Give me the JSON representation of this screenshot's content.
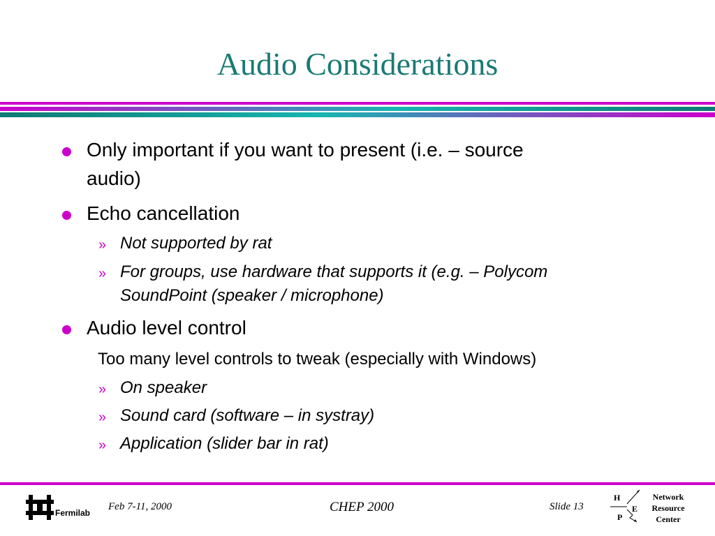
{
  "slide": {
    "title": "Audio Considerations",
    "colors": {
      "title": "#1a7a73",
      "bullet": "#cc00cc",
      "rule_magenta": "#cc00cc",
      "rule_teal": "#1a7a73"
    }
  },
  "content": {
    "bullet1_line1": "Only important if you want to present (i.e. – source",
    "bullet1_line2": "audio)",
    "bullet2": "Echo cancellation",
    "bullet2_sub1": "Not supported by rat",
    "bullet2_sub2_line1": "For groups, use hardware that supports it (e.g. – Polycom",
    "bullet2_sub2_line2": "SoundPoint (speaker / microphone)",
    "bullet3": "Audio level control",
    "bullet3_note": "Too many level controls to tweak (especially with Windows)",
    "bullet3_sub1": "On speaker",
    "bullet3_sub2": "Sound card (software – in systray)",
    "bullet3_sub3": "Application (slider bar in rat)",
    "sub_marker": "»"
  },
  "footer": {
    "date": "Feb 7-11, 2000",
    "conference": "CHEP 2000",
    "slide_label": "Slide 13",
    "logo_text": "Fermilab",
    "hep_h": "H",
    "hep_e": "E",
    "hep_p": "P",
    "nrc_line1": "Network",
    "nrc_line2": "Resource",
    "nrc_line3": "Center"
  }
}
